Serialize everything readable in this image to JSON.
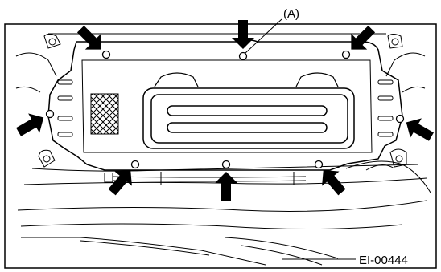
{
  "diagram": {
    "callout_label": "(A)",
    "figure_code": "EI-00444",
    "arrow_count": 8,
    "line_color": "#000000",
    "background_color": "#ffffff"
  }
}
